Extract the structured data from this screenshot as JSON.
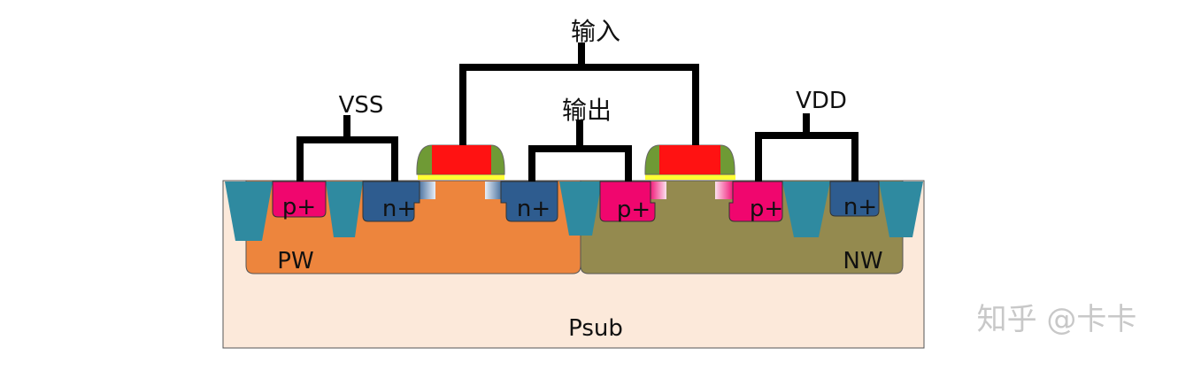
{
  "diagram": {
    "labels": {
      "input": "输入",
      "output": "输出",
      "vss": "VSS",
      "vdd": "VDD",
      "pw": "PW",
      "nw": "NW",
      "psub": "Psub",
      "p_plus_left": "p+",
      "n_plus_left": "n+",
      "n_plus_mid": "n+",
      "p_plus_mid": "p+",
      "p_plus_right": "p+",
      "n_plus_right": "n+"
    },
    "colors": {
      "substrate": "#fce9da",
      "p_well": "#ed853d",
      "n_well": "#948a4f",
      "sti": "#2f8aa0",
      "p_plus": "#f0066e",
      "n_plus": "#2e5c8f",
      "gate_poly": "#ff1212",
      "gate_spacer": "#6f9a35",
      "gate_oxide": "#ffff33",
      "wire": "#000000"
    }
  },
  "watermark": "知乎 @卡卡"
}
